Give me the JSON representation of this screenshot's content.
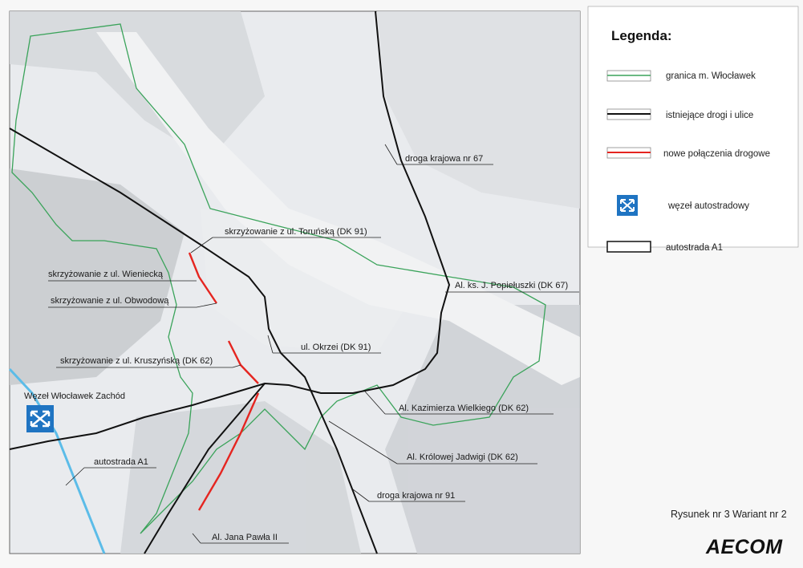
{
  "legend": {
    "title": "Legenda:",
    "items": [
      {
        "label": "granica m. Włocławek",
        "color": "#3aa35a"
      },
      {
        "label": "istniejące drogi i ulice",
        "color": "#111111"
      },
      {
        "label": "nowe połączenia drogowe",
        "color": "#e52520"
      },
      {
        "label": "węzeł autostradowy",
        "color": "#1f74c2",
        "icon": "motorway-junction-icon"
      },
      {
        "label": "autostrada A1",
        "color": "#111111"
      }
    ]
  },
  "map_labels": {
    "dk67_north": "droga krajowa nr 67",
    "torunska": "skrzyżowanie z ul. Toruńską (DK 91)",
    "popieluszki": "Al. ks. J. Popiełuszki (DK 67)",
    "wieniecka": "skrzyżowanie z ul. Wieniecką",
    "obwodowa": "skrzyżowanie z ul. Obwodową",
    "okrzei": "ul. Okrzei (DK 91)",
    "kruszynska": "skrzyżowanie z ul. Kruszyńską (DK 62)",
    "wezel": "Węzeł Włocławek Zachód",
    "kazimierza": "Al. Kazimierza Wielkiego (DK 62)",
    "jadwigi": "Al. Królowej Jadwigi (DK 62)",
    "a1": "autostrada A1",
    "dk91": "droga krajowa nr 91",
    "jana_pawla": "Al. Jana Pawła II"
  },
  "caption": "Rysunek nr 3 Wariant nr 2",
  "logo": "AECOM"
}
